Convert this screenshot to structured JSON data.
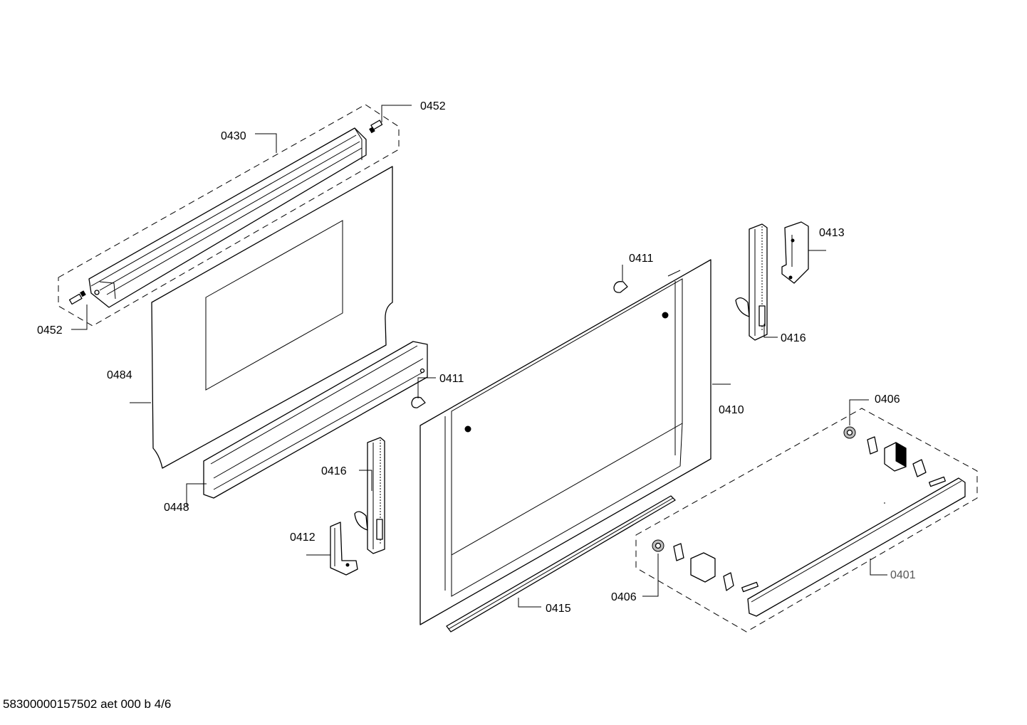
{
  "labels": {
    "l0430": "0430",
    "l0452a": "0452",
    "l0452b": "0452",
    "l0484": "0484",
    "l0448": "0448",
    "l0411a": "0411",
    "l0411b": "0411",
    "l0410": "0410",
    "l0413": "0413",
    "l0416a": "0416",
    "l0416b": "0416",
    "l0412": "0412",
    "l0415": "0415",
    "l0406a": "0406",
    "l0406b": "0406",
    "l0401": "0401"
  },
  "footer": "58300000157502 aet 000 b 4/6"
}
